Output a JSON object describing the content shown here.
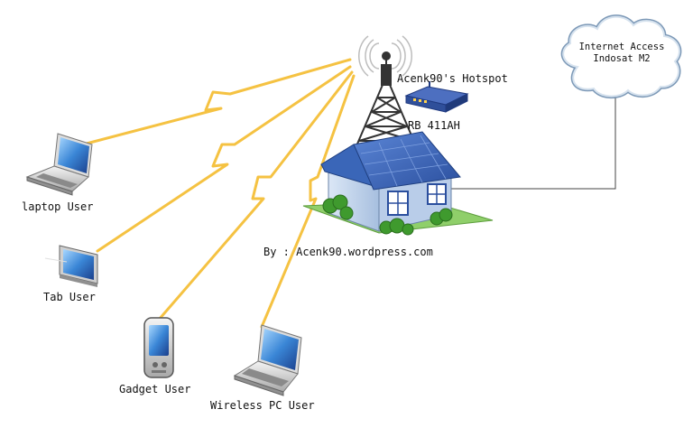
{
  "labels": {
    "hotspot": "Acenk90's Hotspot",
    "router": "RB 411AH",
    "credit": "By : Acenk90.wordpress.com",
    "cloud_line1": "Internet Access",
    "cloud_line2": "Indosat M2"
  },
  "clients": {
    "laptop": "laptop User",
    "tab": "Tab User",
    "gadget": "Gadget User",
    "wireless_pc": "Wireless PC User"
  },
  "colors": {
    "signal": "#f5c242",
    "roof": "#3a66b8",
    "wall": "#c8d9ef",
    "grass": "#8fcf6a",
    "bush": "#3f9a2e",
    "router": "#2f4f9a",
    "cloud_stroke": "#6f8fb0",
    "device_screen": "#3a86d6"
  }
}
